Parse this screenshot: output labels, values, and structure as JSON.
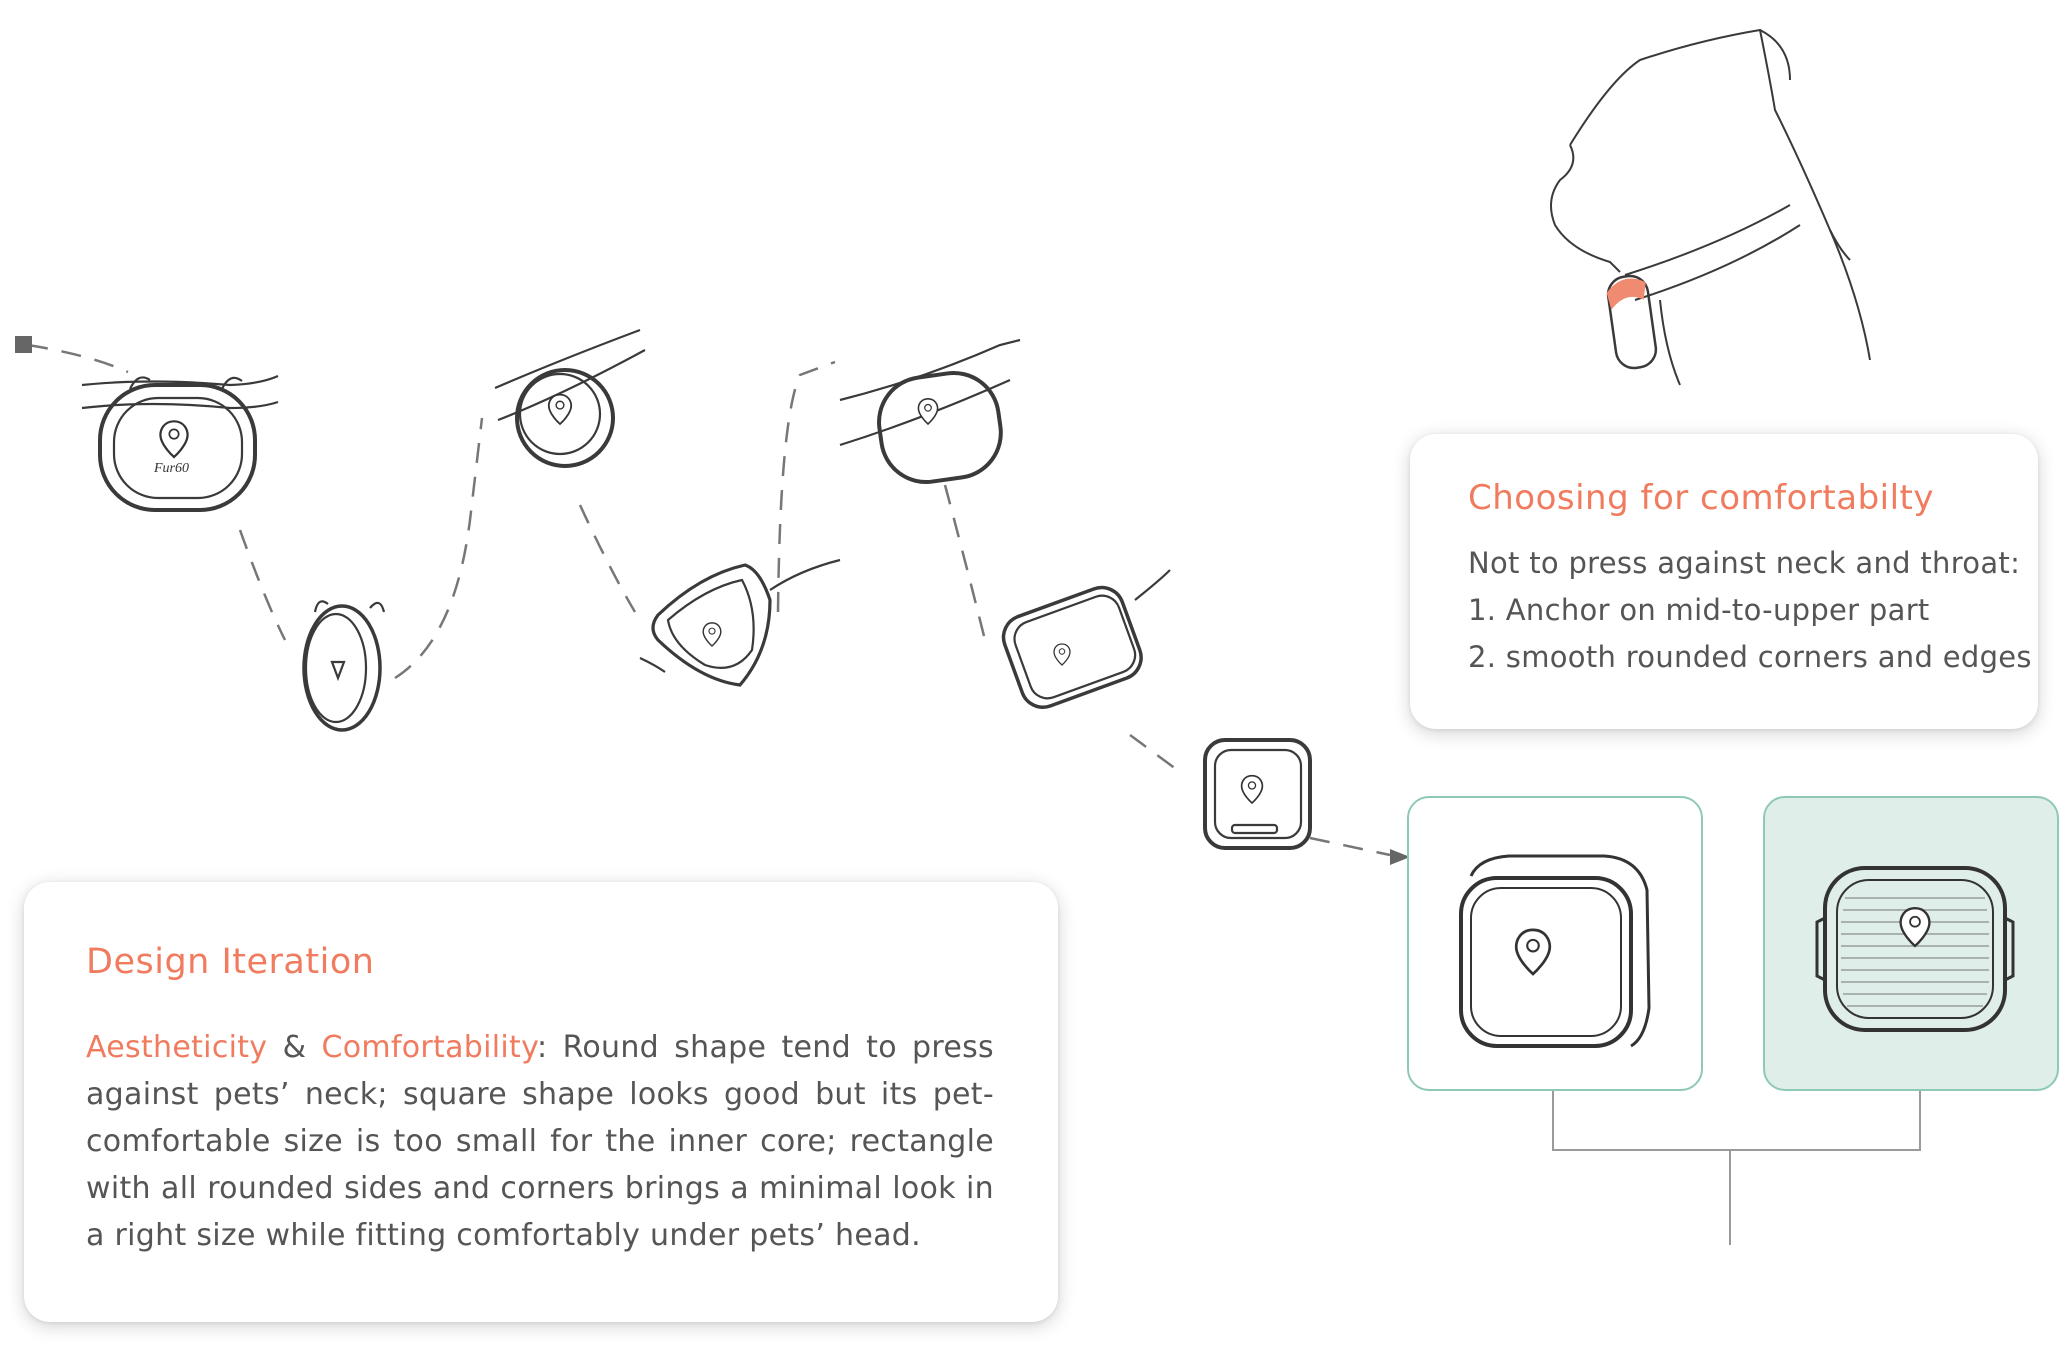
{
  "iteration_card": {
    "title": "Design Iteration",
    "highlight_1": "Aestheticity",
    "ampersand": " & ",
    "highlight_2": "Comfortability",
    "body": ": Round shape tend to press against pets’ neck; square shape looks good but its pet-comfortable size is too small for the inner core; rectangle with all rounded sides and corners brings a minimal look in a right size while fitting comfortably under pets’ head."
  },
  "comfort_card": {
    "title": "Choosing for comfortabilty",
    "lines": [
      "Not to press against neck and throat:",
      "1. Anchor on mid-to-upper part",
      "2. smooth rounded corners and edges"
    ]
  },
  "sketch_logo_text": "Fur60",
  "colors": {
    "accent": "#f07b5e",
    "teal_border": "#8ec9b6",
    "teal_fill": "#dfeee8",
    "sketch_stroke": "#3a3a3a",
    "dash_line": "#777777"
  },
  "icons": {
    "pin": "location-pin-icon",
    "start": "path-start-square-icon",
    "arrow": "arrowhead-icon"
  }
}
